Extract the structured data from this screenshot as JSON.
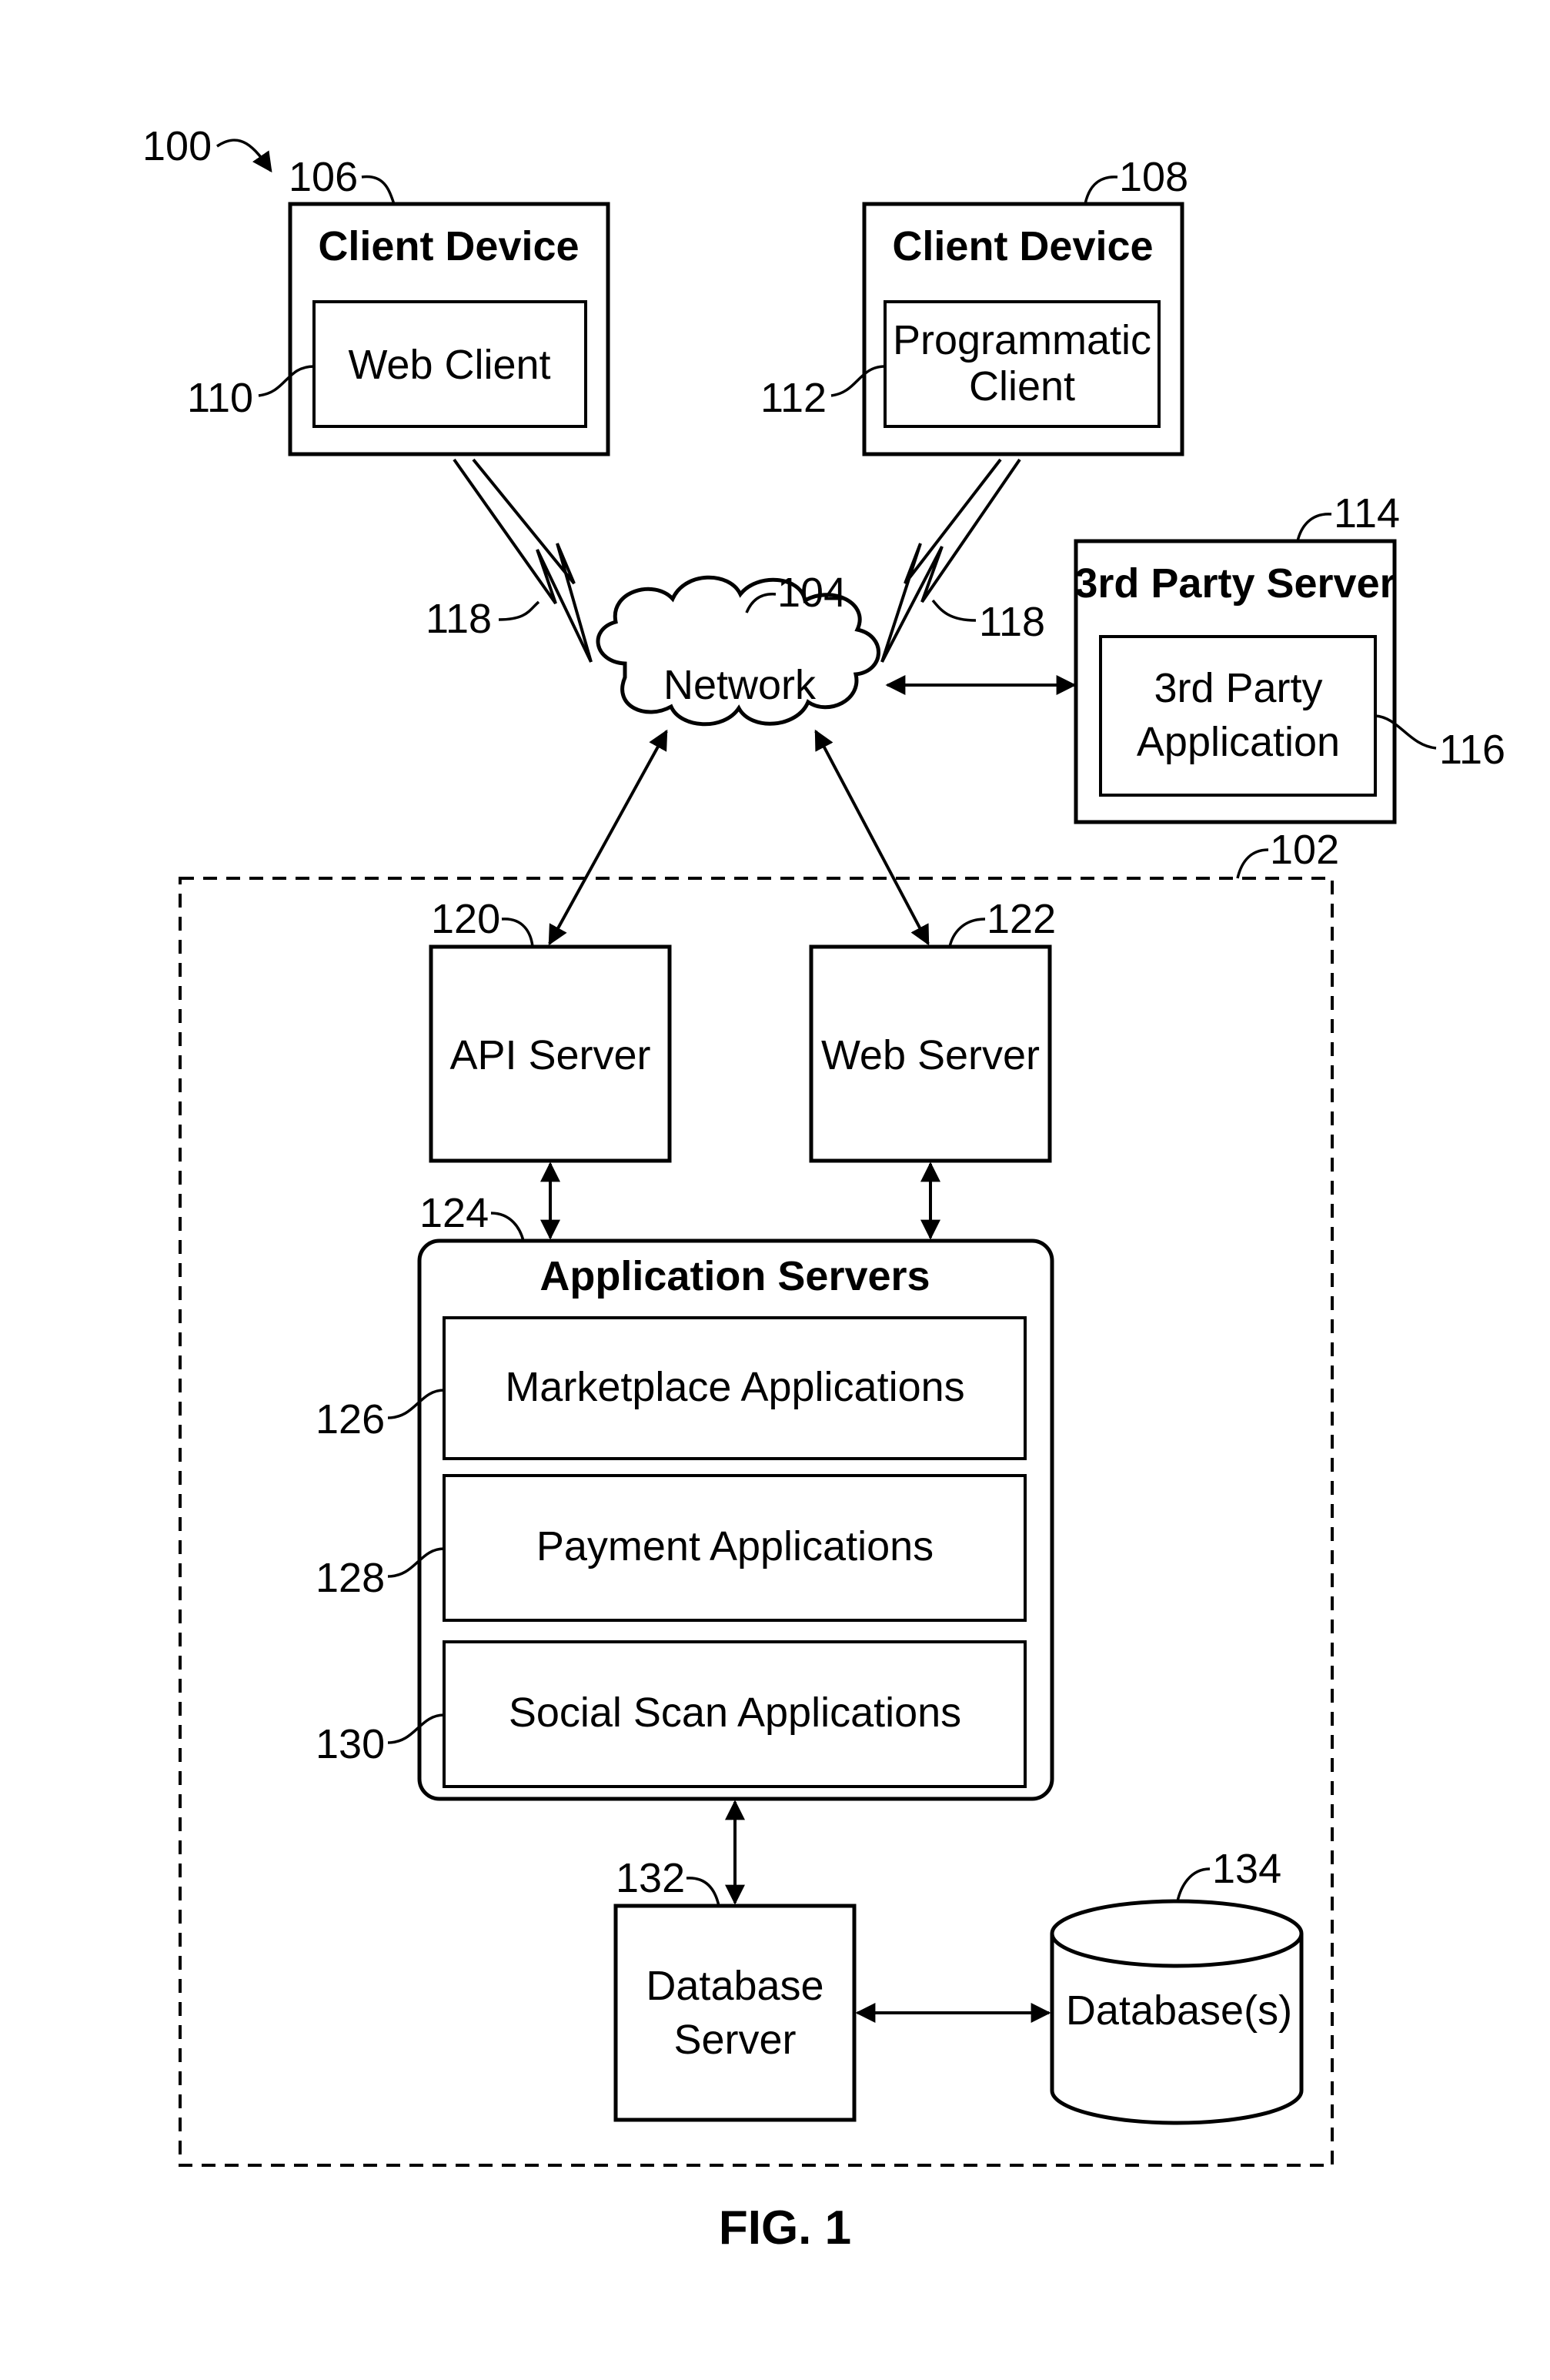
{
  "refs": {
    "system": "100",
    "platform": "102",
    "network": "104",
    "client_device_1": "106",
    "client_device_2": "108",
    "web_client": "110",
    "programmatic_client": "112",
    "third_party_server": "114",
    "third_party_application": "116",
    "link_left": "118",
    "link_right": "118",
    "api_server": "120",
    "web_server": "122",
    "application_servers": "124",
    "marketplace_applications": "126",
    "payment_applications": "128",
    "social_scan_applications": "130",
    "database_server": "132",
    "databases": "134"
  },
  "labels": {
    "client_device_1_title": "Client Device",
    "web_client": "Web Client",
    "client_device_2_title": "Client Device",
    "programmatic_client_line1": "Programmatic",
    "programmatic_client_line2": "Client",
    "third_party_server_title": "3rd Party Server",
    "third_party_application_line1": "3rd Party",
    "third_party_application_line2": "Application",
    "network": "Network",
    "api_server": "API Server",
    "web_server": "Web Server",
    "application_servers": "Application Servers",
    "marketplace_applications": "Marketplace Applications",
    "payment_applications": "Payment Applications",
    "social_scan_applications": "Social Scan Applications",
    "database_server_line1": "Database",
    "database_server_line2": "Server",
    "databases": "Database(s)"
  },
  "figure_caption": "FIG. 1"
}
